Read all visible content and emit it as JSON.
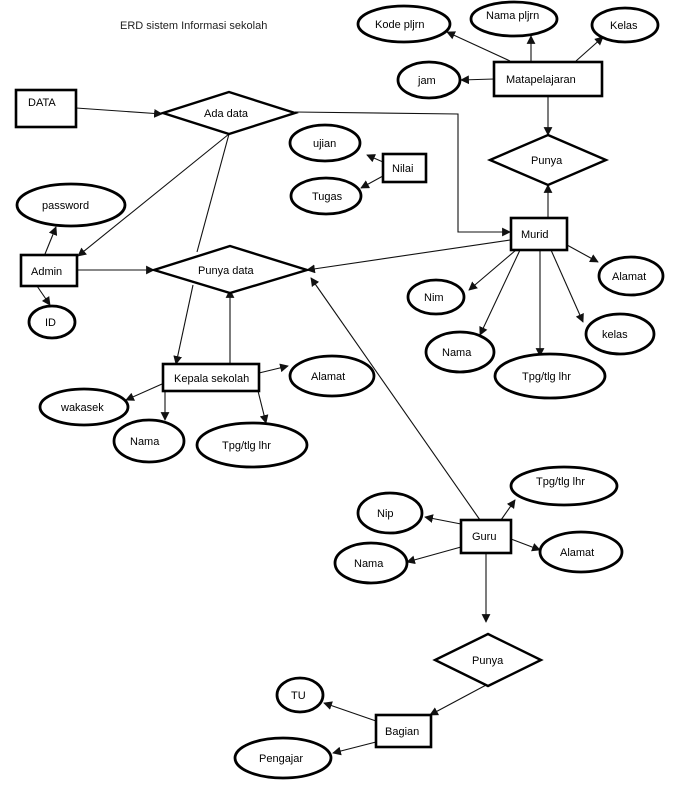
{
  "title": "ERD sistem Informasi sekolah",
  "entities": {
    "data": "DATA",
    "admin": "Admin",
    "matapelajaran": "Matapelajaran",
    "nilai": "Nilai",
    "murid": "Murid",
    "kepala_sekolah": "Kepala sekolah",
    "guru": "Guru",
    "bagian": "Bagian"
  },
  "relationships": {
    "ada_data": "Ada data",
    "punya_data": "Punya data",
    "punya_murid": "Punya",
    "punya_guru": "Punya"
  },
  "attributes": {
    "kode_pljrn": "Kode pljrn",
    "nama_pljrn": "Nama pljrn",
    "kelas_mapel": "Kelas",
    "jam": "jam",
    "ujian": "ujian",
    "tugas": "Tugas",
    "password": "password",
    "id": "ID",
    "nim": "Nim",
    "alamat_murid": "Alamat",
    "nama_murid": "Nama",
    "kelas_murid": "kelas",
    "tpg_murid": "Tpg/tlg lhr",
    "alamat_kepsek": "Alamat",
    "wakasek": "wakasek",
    "nama_kepsek": "Nama",
    "tpg_kepsek": "Tpg/tlg lhr",
    "tpg_guru": "Tpg/tlg lhr",
    "nip": "Nip",
    "nama_guru": "Nama",
    "alamat_guru": "Alamat",
    "tu": "TU",
    "pengajar": "Pengajar"
  }
}
